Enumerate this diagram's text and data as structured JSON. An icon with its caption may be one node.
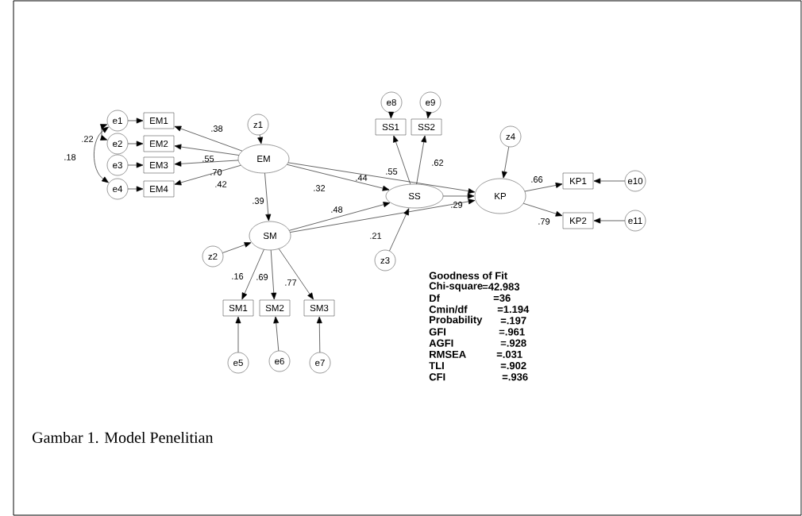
{
  "diagram": {
    "caption": "Gambar 1. Model Penelitian",
    "nodes": [
      {
        "text": [
          "z1"
        ]
      },
      {
        "text": [
          "e1"
        ]
      },
      {
        "text": [
          "EM1"
        ]
      },
      {
        "text": [
          "e2"
        ]
      },
      {
        "text": [
          "EM2"
        ]
      },
      {
        "text": [
          "e3"
        ]
      },
      {
        "text": [
          "EM3"
        ]
      },
      {
        "text": [
          "e4"
        ]
      },
      {
        "text": [
          "EM4"
        ]
      },
      {
        "text": [
          "EM"
        ]
      },
      {
        "text": [
          "e8"
        ]
      },
      {
        "text": [
          "e9"
        ]
      },
      {
        "text": [
          "SS1"
        ]
      },
      {
        "text": [
          "SS2"
        ]
      },
      {
        "text": [
          "z4"
        ]
      },
      {
        "text": [
          "SS"
        ]
      },
      {
        "text": [
          "KP"
        ]
      },
      {
        "text": [
          "KP1"
        ]
      },
      {
        "text": [
          "e10"
        ]
      },
      {
        "text": [
          "SM"
        ]
      },
      {
        "text": [
          "KP2"
        ]
      },
      {
        "text": [
          "e11"
        ]
      },
      {
        "text": [
          "z2"
        ]
      },
      {
        "text": [
          "z3"
        ]
      },
      {
        "text": [
          "SM1"
        ]
      },
      {
        "text": [
          "SM2"
        ]
      },
      {
        "text": [
          "SM3"
        ]
      },
      {
        "text": [
          "e5"
        ]
      },
      {
        "text": [
          "e6"
        ]
      },
      {
        "text": [
          "e7"
        ]
      }
    ],
    "edges": [
      {
        "from": 0,
        "to": 9,
        "arrow": "to"
      },
      {
        "from": 1,
        "to": 2,
        "arrow": "to"
      },
      {
        "from": 3,
        "to": 4,
        "arrow": "to"
      },
      {
        "from": 5,
        "to": 6,
        "arrow": "to"
      },
      {
        "from": 7,
        "to": 8,
        "arrow": "to"
      },
      {
        "from": 9,
        "to": 2,
        "arrow": "to",
        "label": ".38"
      },
      {
        "from": 9,
        "to": 4,
        "arrow": "to",
        "label": ".55"
      },
      {
        "from": 9,
        "to": 6,
        "arrow": "to",
        "label": ".70"
      },
      {
        "from": 9,
        "to": 8,
        "arrow": "to",
        "label": ".42"
      },
      {
        "from": 1,
        "to": 3,
        "arrow": "both",
        "label": ".22"
      },
      {
        "from": 1,
        "to": 7,
        "arrow": "both",
        "label": ".18"
      },
      {
        "from": 9,
        "to": 19,
        "arrow": "to",
        "label": ".39"
      },
      {
        "from": 9,
        "to": 15,
        "arrow": "to",
        "label": ".32"
      },
      {
        "from": 9,
        "to": 16,
        "arrow": "to",
        "label": ".44"
      },
      {
        "from": 15,
        "to": 12,
        "arrow": "to",
        "label": ".55"
      },
      {
        "from": 15,
        "to": 13,
        "arrow": "to",
        "label": ".62"
      },
      {
        "from": 19,
        "to": 15,
        "arrow": "to",
        "label": ".48"
      },
      {
        "from": 19,
        "to": 16,
        "arrow": "to",
        "label": ".21"
      },
      {
        "from": 15,
        "to": 16,
        "arrow": "to",
        "label": ".29"
      },
      {
        "from": 23,
        "to": 15,
        "arrow": "to"
      },
      {
        "from": 22,
        "to": 19,
        "arrow": "to"
      },
      {
        "from": 19,
        "to": 24,
        "arrow": "to",
        "label": ".16"
      },
      {
        "from": 19,
        "to": 25,
        "arrow": "to",
        "label": ".69"
      },
      {
        "from": 19,
        "to": 26,
        "arrow": "to",
        "label": ".77"
      },
      {
        "from": 27,
        "to": 24,
        "arrow": "to"
      },
      {
        "from": 28,
        "to": 25,
        "arrow": "to"
      },
      {
        "from": 29,
        "to": 26,
        "arrow": "to"
      },
      {
        "from": 10,
        "to": 12,
        "arrow": "to"
      },
      {
        "from": 11,
        "to": 13,
        "arrow": "to"
      },
      {
        "from": 14,
        "to": 16,
        "arrow": "to"
      },
      {
        "from": 16,
        "to": 17,
        "arrow": "to",
        "label": ".66"
      },
      {
        "from": 16,
        "to": 20,
        "arrow": "to",
        "label": ".79"
      },
      {
        "from": 18,
        "to": 17,
        "arrow": "to"
      },
      {
        "from": 21,
        "to": 20,
        "arrow": "to"
      }
    ],
    "labels": [
      "Goodness of Fit",
      "Chi-square",
      "=42.983",
      "Df",
      "=36",
      "Cmin/df",
      "=1.194",
      "Probability",
      "=.197",
      "GFI",
      "=.961",
      "AGFI",
      "=.928",
      "RMSEA",
      "=.031",
      "TLI",
      "=.902",
      "CFI",
      "=.936"
    ]
  }
}
